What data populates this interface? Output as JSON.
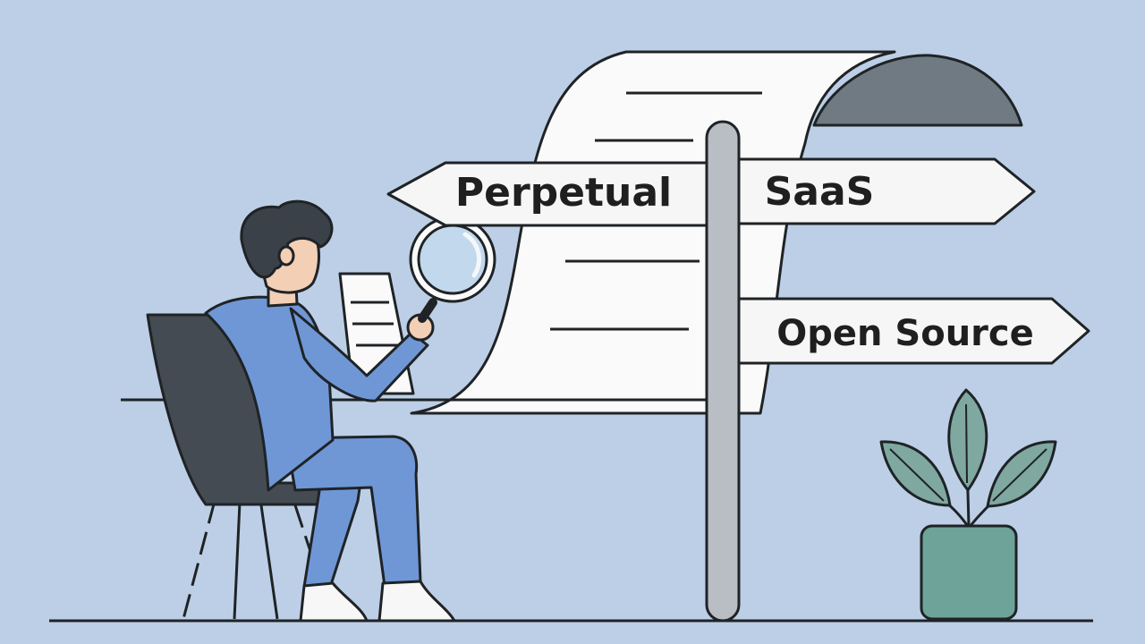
{
  "colors": {
    "background": "#bccfe6",
    "outline": "#1f2326",
    "paper": "#fafafa",
    "scroll_roll": "#6f7a82",
    "chair": "#454b52",
    "person_clothes": "#6f97d6",
    "hair": "#3b4148",
    "skin": "#f3cfb6",
    "post": "#b9bec4",
    "sign_board": "#f6f6f6",
    "plant_leaves": "#7fa8a0",
    "pot": "#6ea399",
    "lens": "#c2d8ec"
  },
  "signs": {
    "left": "Perpetual",
    "right": "SaaS",
    "lower": "Open Source"
  },
  "icons": {
    "magnifier": "magnifying-glass-icon",
    "plant": "potted-plant-icon"
  }
}
